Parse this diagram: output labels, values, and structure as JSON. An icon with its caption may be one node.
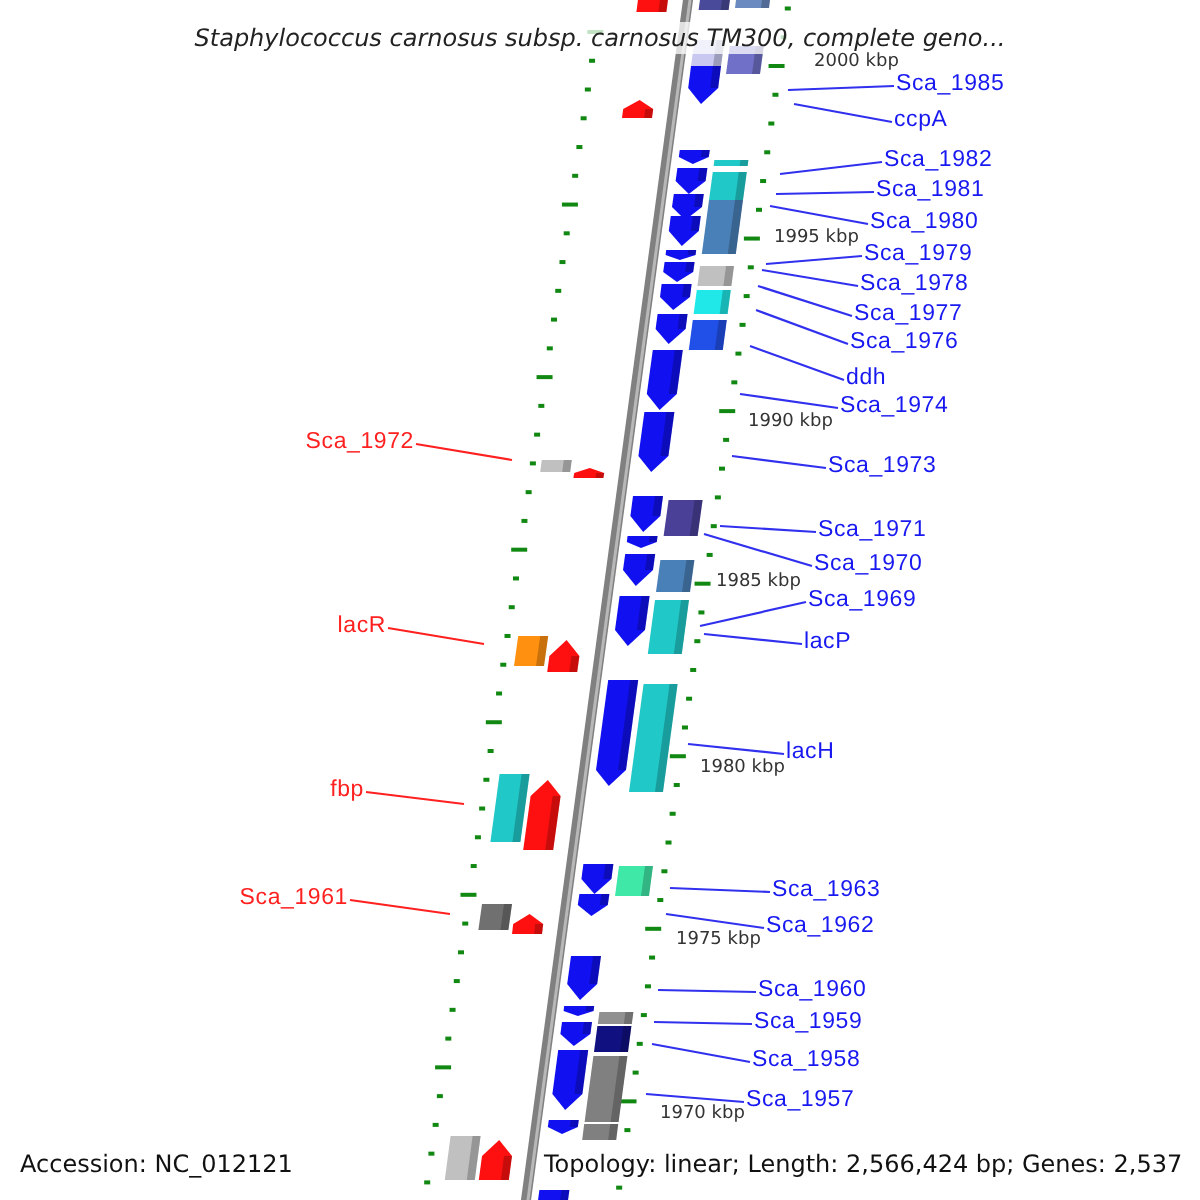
{
  "diagram": {
    "title": "Staphylococcus carnosus subsp. carnosus TM300, complete geno...",
    "nodes": [
      {
        "text": [
          "Sca_1985"
        ]
      },
      {
        "text": [
          "ccpA"
        ]
      },
      {
        "text": [
          "Sca_1982"
        ]
      },
      {
        "text": [
          "Sca_1981"
        ]
      },
      {
        "text": [
          "Sca_1980"
        ]
      },
      {
        "text": [
          "Sca_1979"
        ]
      },
      {
        "text": [
          "Sca_1978"
        ]
      },
      {
        "text": [
          "Sca_1977"
        ]
      },
      {
        "text": [
          "Sca_1976"
        ]
      },
      {
        "text": [
          "ddh"
        ]
      },
      {
        "text": [
          "Sca_1974"
        ]
      },
      {
        "text": [
          "Sca_1972"
        ]
      },
      {
        "text": [
          "Sca_1973"
        ]
      },
      {
        "text": [
          "Sca_1971"
        ]
      },
      {
        "text": [
          "Sca_1970"
        ]
      },
      {
        "text": [
          "Sca_1969"
        ]
      },
      {
        "text": [
          "lacR"
        ]
      },
      {
        "text": [
          "lacP"
        ]
      },
      {
        "text": [
          "lacH"
        ]
      },
      {
        "text": [
          "fbp"
        ]
      },
      {
        "text": [
          "Sca_1963"
        ]
      },
      {
        "text": [
          "Sca_1961"
        ]
      },
      {
        "text": [
          "Sca_1962"
        ]
      },
      {
        "text": [
          "Sca_1960"
        ]
      },
      {
        "text": [
          "Sca_1959"
        ]
      },
      {
        "text": [
          "Sca_1958"
        ]
      },
      {
        "text": [
          "Sca_1957"
        ]
      }
    ],
    "edges": [
      {
        "from": 0,
        "to": null,
        "arrow": "none"
      },
      {
        "from": 1,
        "to": null,
        "arrow": "none"
      },
      {
        "from": 2,
        "to": null,
        "arrow": "none"
      },
      {
        "from": 3,
        "to": null,
        "arrow": "none"
      },
      {
        "from": 4,
        "to": null,
        "arrow": "none"
      },
      {
        "from": 5,
        "to": null,
        "arrow": "none"
      },
      {
        "from": 6,
        "to": null,
        "arrow": "none"
      },
      {
        "from": 7,
        "to": null,
        "arrow": "none"
      },
      {
        "from": 8,
        "to": null,
        "arrow": "none"
      },
      {
        "from": 9,
        "to": null,
        "arrow": "none"
      },
      {
        "from": 10,
        "to": null,
        "arrow": "none"
      },
      {
        "from": 11,
        "to": null,
        "arrow": "none",
        "color": "#ff2020"
      },
      {
        "from": 12,
        "to": null,
        "arrow": "none"
      },
      {
        "from": 13,
        "to": null,
        "arrow": "none"
      },
      {
        "from": 14,
        "to": null,
        "arrow": "none"
      },
      {
        "from": 15,
        "to": null,
        "arrow": "none"
      },
      {
        "from": 16,
        "to": null,
        "arrow": "none",
        "color": "#ff2020"
      },
      {
        "from": 17,
        "to": null,
        "arrow": "none"
      },
      {
        "from": 18,
        "to": null,
        "arrow": "none"
      },
      {
        "from": 19,
        "to": null,
        "arrow": "none",
        "color": "#ff2020"
      },
      {
        "from": 20,
        "to": null,
        "arrow": "none"
      },
      {
        "from": 21,
        "to": null,
        "arrow": "none",
        "color": "#ff2020"
      },
      {
        "from": 22,
        "to": null,
        "arrow": "none"
      },
      {
        "from": 23,
        "to": null,
        "arrow": "none"
      },
      {
        "from": 24,
        "to": null,
        "arrow": "none"
      },
      {
        "from": 25,
        "to": null,
        "arrow": "none"
      },
      {
        "from": 26,
        "to": null,
        "arrow": "none"
      }
    ],
    "labels": [
      "2000 kbp",
      "1995 kbp",
      "1990 kbp",
      "1985 kbp",
      "1980 kbp",
      "1975 kbp",
      "1970 kbp",
      "Accession: NC_012121",
      "Topology: linear; Length: 2,566,424 bp; Genes: 2,537"
    ]
  }
}
